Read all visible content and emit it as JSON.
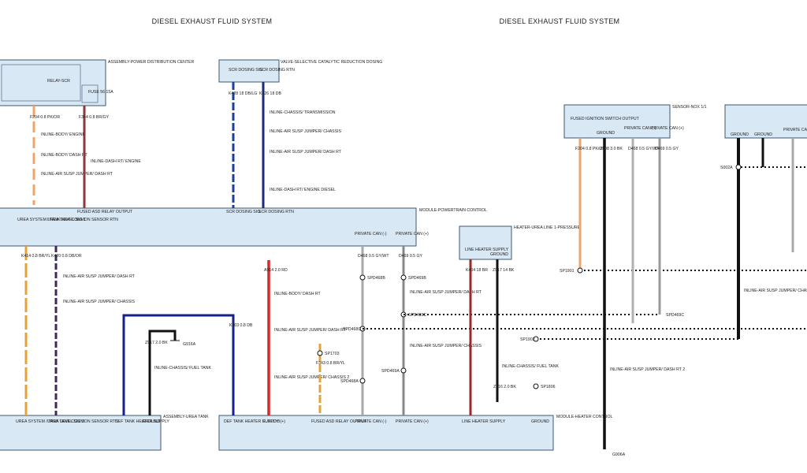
{
  "headers": {
    "left": "DIESEL EXHAUST FLUID SYSTEM",
    "right": "DIESEL EXHAUST FLUID SYSTEM"
  },
  "modules": {
    "pdc": "ASSEMBLY-POWER DISTRIBUTION CENTER",
    "relay": "RELAY-SCR",
    "fuse": "FUSE 56 15A",
    "scr_valve": "VALVE-SELECTIVE CATALYTIC REDUCTION DOSING",
    "scr_sig": "SCR DOSING SIG",
    "scr_rtn": "SCR DOSING RTN",
    "pcm": "MODULE-POWERTRAIN CONTROL",
    "heater_pressure": "HEATER-UREA LINE 1-PRESSURE",
    "line_heater_supply": "LINE HEATER SUPPLY",
    "ground": "GROUND",
    "nox": "SENSOR-NOX 1/1",
    "urea_tank": "ASSEMBLY-UREA TANK",
    "heater_ctrl": "MODULE-HEATER CONTROL"
  },
  "pcm_pins": {
    "urea_level": "UREA SYSTEM / TANK LEVEL SIG 1",
    "urea_common": "UREA TANK COMMON SENSOR RTN",
    "fused_asd": "FUSED ASD RELAY OUTPUT",
    "scr_sig": "SCR DOSING SIG",
    "scr_rtn": "SCR DOSING RTN",
    "can_minus": "PRIVATE CAN (-)",
    "can_plus": "PRIVATE CAN (+)"
  },
  "nox_pins": {
    "fused_ign": "FUSED IGNITION SWITCH OUTPUT",
    "ground": "GROUND",
    "can_minus": "PRIVATE CAN (-)",
    "can_plus": "PRIVATE CAN (+)"
  },
  "bottom_pins": {
    "urea_level": "UREA SYSTEM / TANK LEVEL SIG 1",
    "urea_common": "UREA TANK COMMON SENSOR RTN",
    "def_heater": "DEF TANK HEATER SUPPLY",
    "ground": "GROUND",
    "def_heater2": "DEF TANK HEATER SUPPLY",
    "fused_b": "FUSED B(+)",
    "fused_asd": "FUSED ASD RELAY OUTPUT",
    "can_minus": "PRIVATE CAN (-)",
    "can_plus": "PRIVATE CAN (+)",
    "line_heater": "LINE HEATER SUPPLY",
    "ground2": "GROUND"
  },
  "wires": {
    "f204": "F204 0.8 PK/OR",
    "f344": "F344 0.8 BR/GY",
    "k428": "K428 18 DB/LG",
    "k426": "K426 18 DB",
    "k414": "K414 0.8 BR/YL",
    "k420": "K420 0.8 DB/OR",
    "d468": "D468 0.5 GY/WT",
    "d469": "D469 0.5 GY",
    "a914": "A914 2.0 RD",
    "k403": "K403 0.8 DB",
    "z917": "Z917 2.0 BK",
    "f343": "F343 0.8 BR/YL",
    "k404": "K404 18 BR",
    "z917b": "Z917 14 BK",
    "z908": "Z908 3.0 BK",
    "z916": "Z916 2.0 BK"
  },
  "connectors": {
    "ibe": "INLINE-BODY/ ENGINE",
    "ibd": "INLINE-BODY/ DASH RT",
    "asd": "INLINE-AIR SUSP JUMPER/ DASH RT",
    "ict": "INLINE-CHASSIS/ TRANSMISSION",
    "asc": "INLINE-AIR SUSP JUMPER/ CHASSIS",
    "de": "INLINE-DASH RT/ ENGINE DIESEL",
    "dr": "INLINE-DASH RT/ ENGINE",
    "bdr": "INLINE-BODY/ DASH RT",
    "asc2": "INLINE-AIR SUSP JUMPER/ CHASSIS 2",
    "cft": "INLINE-CHASSIS/ FUEL TANK",
    "asdr2": "INLINE-AIR SUSP JUMPER/ DASH RT 2"
  },
  "splices": {
    "g916a": "G916A",
    "g906a": "G906A",
    "sp1703": "SP1703",
    "sp1901": "SP1901",
    "sp1902": "SP1902",
    "sp1806": "SP1806",
    "spd468b": "SPD468B",
    "spd469b": "SPD469B",
    "spd469c": "SPD469C",
    "spd468c": "SPD468C",
    "spd468a": "SPD468A",
    "spd469a": "SPD469A",
    "s002a": "S002A",
    "spd469c2": "SPD469C"
  },
  "colors": {
    "module_fill": "#d8e8f5",
    "module_stroke": "#3d5770",
    "frame": "#6b8fb0"
  }
}
